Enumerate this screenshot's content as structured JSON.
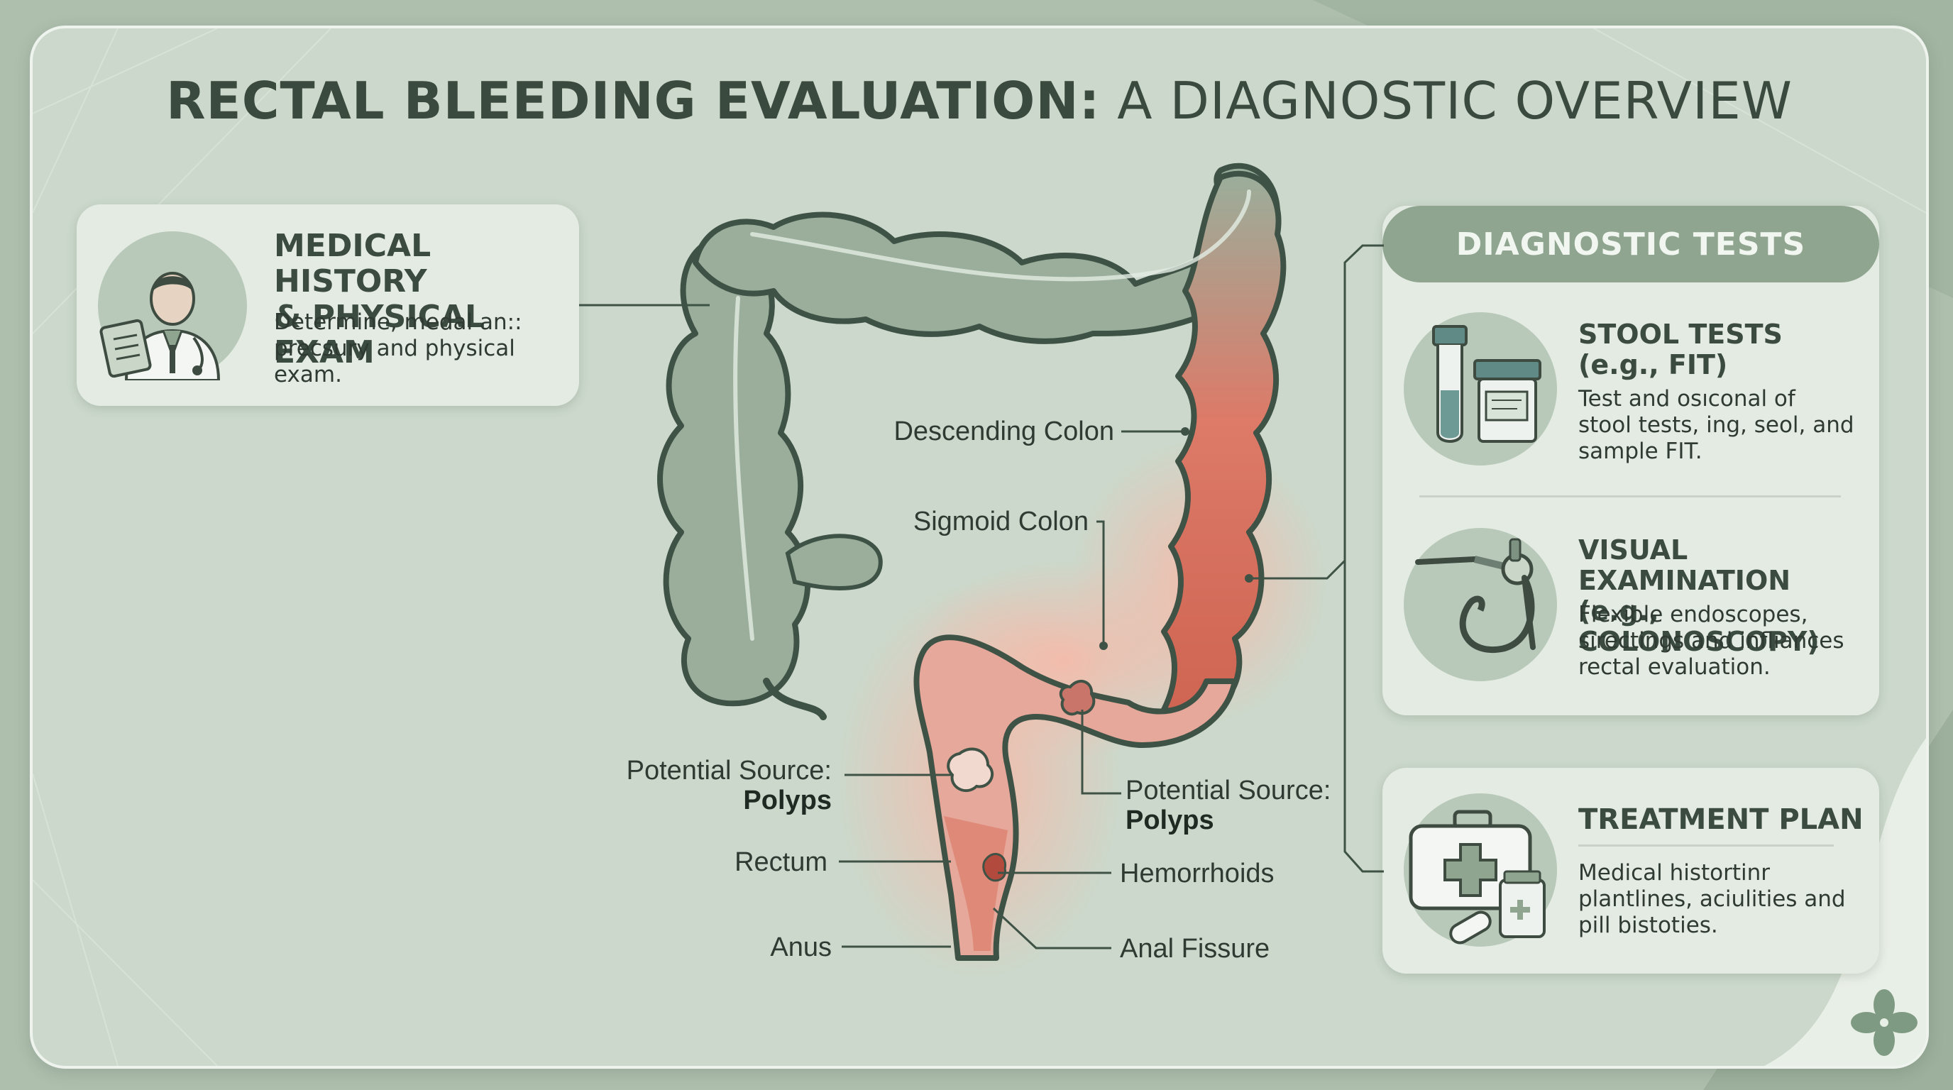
{
  "title": {
    "bold": "RECTAL BLEEDING EVALUATION:",
    "rest": " A DIAGNOSTIC OVERVIEW"
  },
  "history": {
    "heading": "MEDICAL HISTORY\n& PHYSICAL EXAM",
    "text": "Determine, medal an::\nprecsury and physical\nexam.",
    "icon": "doctor-icon"
  },
  "anatomy_labels": {
    "descending": "Descending Colon",
    "sigmoid": "Sigmoid Colon",
    "polyps_left_prefix": "Potential Source:",
    "polyps_left_name": "Polyps",
    "polyps_right_prefix": "Potential Source:",
    "polyps_right_name": "Polyps",
    "rectum": "Rectum",
    "hemorrhoids": "Hemorrhoids",
    "anus": "Anus",
    "fissure": "Anal Fissure"
  },
  "diagnostic": {
    "header": "DIAGNOSTIC TESTS",
    "stool": {
      "heading": "STOOL TESTS\n(e.g., FIT)",
      "text": "Test and osıconal of\nstool tests, ing, seol, and\nsample FIT.",
      "icon": "test-tube-icon"
    },
    "visual": {
      "heading": "VISUAL EXAMINATION\n(e.g., COLONOSCOPY)",
      "text": "Flexible endoscopes,\nsirectings and inflıances\nrectal evaluation.",
      "icon": "endoscope-icon"
    }
  },
  "treatment": {
    "heading": "TREATMENT PLAN",
    "text": "Medical histortinr\nplantlines, aciulities and\npill bistoties.",
    "icon": "first-aid-kit-icon"
  },
  "colors": {
    "background": "#aebfae",
    "panel": "#cbd8cb",
    "card": "#e4ebe3",
    "colon": "#9aae9b",
    "inflamed": "#d9705f",
    "accent": "#8fa58f"
  }
}
